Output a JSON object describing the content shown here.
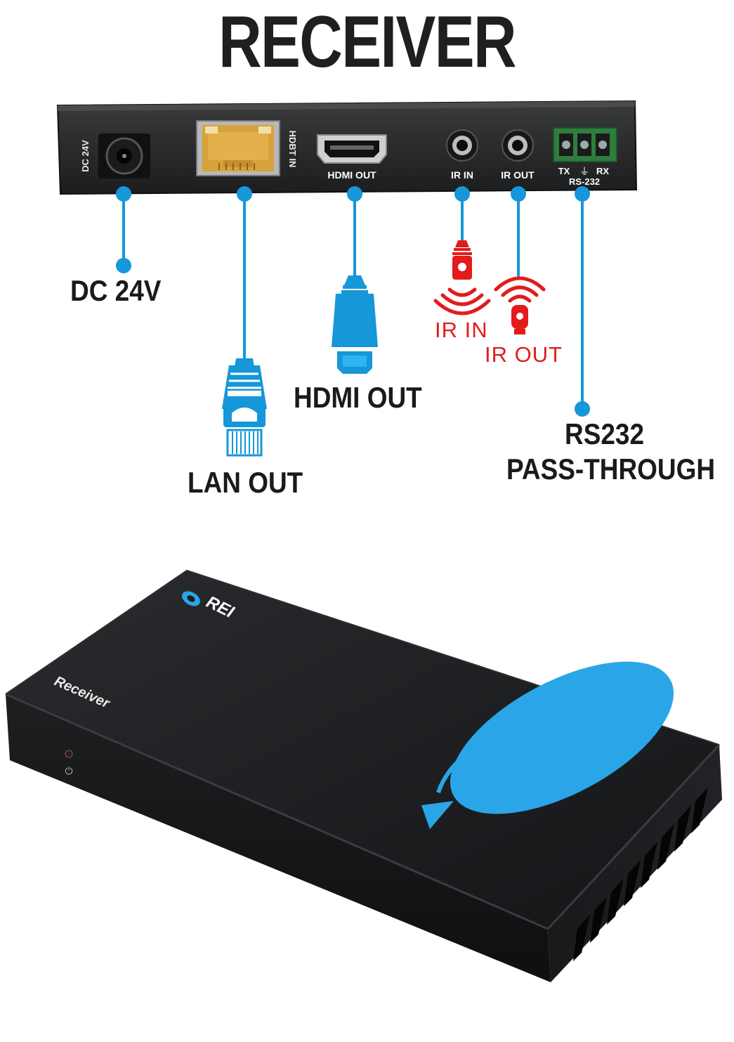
{
  "title": "RECEIVER",
  "panel_labels": {
    "dc": "DC 24V",
    "hdbt": "HDBT IN",
    "hdmi": "HDMI OUT",
    "ir_in": "IR IN",
    "ir_out": "IR OUT",
    "tx": "TX",
    "ground": "⏚",
    "rx": "RX",
    "rs232": "RS-232"
  },
  "callouts": {
    "dc": "DC 24V",
    "lan": "LAN OUT",
    "hdmi": "HDMI OUT",
    "ir_in": "IR IN",
    "ir_out": "IR OUT",
    "rs232_line1": "RS232",
    "rs232_line2": "PASS-THROUGH"
  },
  "device": {
    "logo_text": "REI",
    "model_label": "Receiver",
    "power_symbol": "⏻"
  },
  "colors": {
    "callout_blue": "#1597d9",
    "ir_red": "#e31b1b",
    "device_black": "#1b1c1e",
    "accent_blue": "#2aa5e8"
  }
}
